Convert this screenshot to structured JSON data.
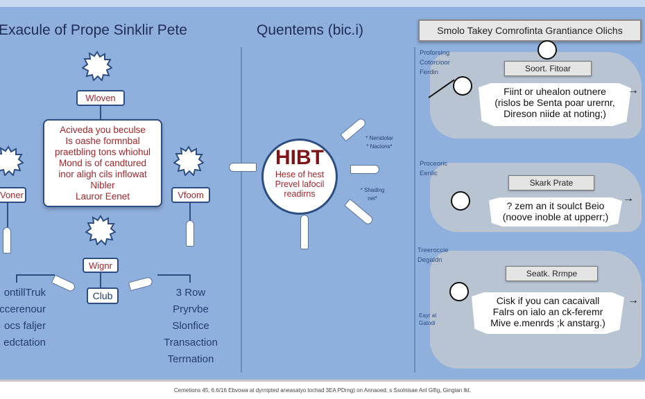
{
  "left": {
    "title": "Exacule of Prope Sinklir Pete",
    "top_label": "Wloven",
    "main_text": [
      "Acivedа you beculse",
      "Is oashe formnbal",
      "praetbling tons whiohul",
      "Mond is of candtured",
      "inor aligh cils inflowat",
      "Nibler",
      "Lauror Eenet"
    ],
    "left_label": "Voner",
    "right_label": "Vfoom",
    "bottom_label": "Wignr",
    "club_label": "Club",
    "left_list": [
      "ontillTruk",
      "ccerenour",
      "ocs faljer",
      "edctation"
    ],
    "right_list": [
      "3 Row",
      "Pryrvbe",
      "Slonfice",
      "Transaction",
      "Terrnation"
    ]
  },
  "center": {
    "title": "Quentems (bic.i)",
    "hub_title": "HIBT",
    "hub_text": [
      "Hese of hest",
      "Prevel lafocil",
      "readirns"
    ],
    "label_top": [
      "* Nenidolar",
      "* Nacions*"
    ],
    "label_mid": [
      "* Shading",
      "nei*"
    ]
  },
  "right": {
    "header": "Smolo Takey Comrofinta Grantiance Olichs",
    "panels": [
      {
        "side": [
          "Proforsing",
          "Cotorcioor",
          "Ferdin"
        ],
        "caption": "Soort. Fitoar",
        "text": [
          "Fiint or uhealon outnere",
          "(rislos be Senta poar urernr,",
          "Direson niide at noting;)"
        ]
      },
      {
        "side": [
          "Proceoric",
          "Eenlic"
        ],
        "caption": "Skark Prate",
        "text": [
          "? zem an it soulct Beio",
          "(noove inoble at upperr;)"
        ]
      },
      {
        "side": [
          "Treeroccie",
          "Degaldn"
        ],
        "side2": [
          "Eayr at",
          "Gatodi"
        ],
        "caption": "Seatk. Rrmpe",
        "text": [
          "Cisk if you can cacaivall",
          "Falrs on ialo an ck-feremr",
          "Mive e.menrds ;k anstarg.)"
        ]
      }
    ]
  },
  "footer": "Cemetions 45, 6.6/16 Ebvowa at dyrmpted aneasatyo tochad 3EA PDrng) on Annaoed, s Ssolnisae Anl Glfig, Gingian Ikt."
}
